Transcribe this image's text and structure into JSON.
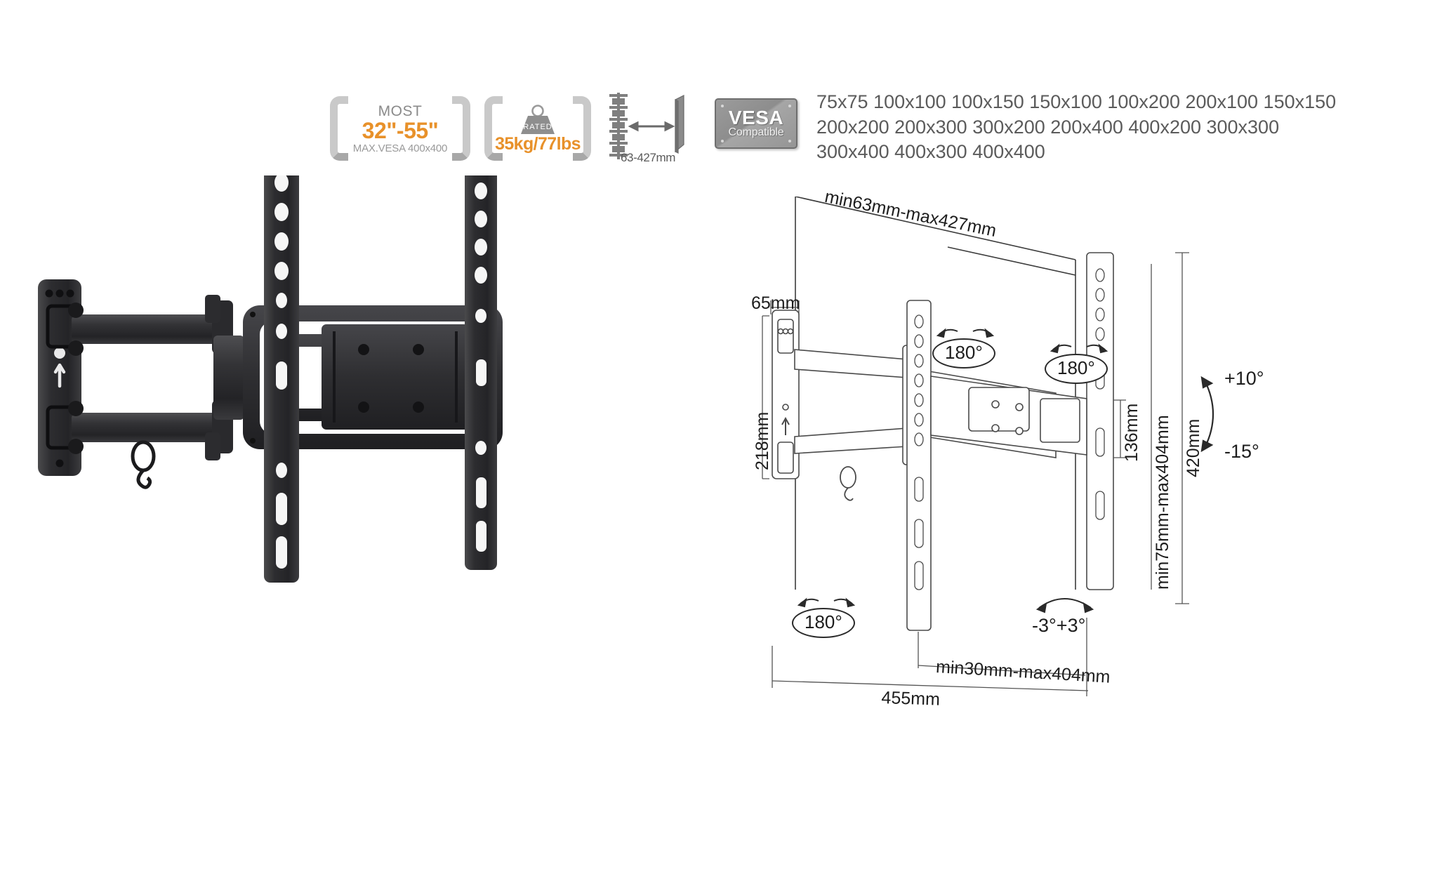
{
  "badges": {
    "screen_size": {
      "top_label": "MOST",
      "size_range": "32\"-55\"",
      "vesa_max": "MAX.VESA 400x400",
      "accent_color": "#e8912a"
    },
    "weight": {
      "icon_label": "RATED",
      "capacity": "35kg/77lbs",
      "accent_color": "#e8912a"
    },
    "depth": {
      "range": "63-427mm"
    },
    "vesa_plaque": {
      "line1": "VESA",
      "line2": "Compatible"
    }
  },
  "vesa_sizes": {
    "line1": "75x75 100x100 100x150 150x100 100x200 200x100 150x150",
    "line2": "200x200 200x300 300x200 200x400 400x200 300x300",
    "line3": "300x400 400x300 400x400"
  },
  "drawing": {
    "extension_top": "min63mm-max427mm",
    "wall_plate_depth": "65mm",
    "wall_plate_height": "218mm",
    "bracket_height": "136mm",
    "vertical_vesa_range": "min75mm-max404mm",
    "overall_height": "420mm",
    "tilt_up": "+10°",
    "tilt_down": "-15°",
    "swivel_arm": "180°",
    "swivel_plate": "180°",
    "swivel_head": "180°",
    "level_adjust": "-3°+3°",
    "horizontal_vesa_range": "min30mm-max404mm",
    "overall_width": "455mm"
  }
}
